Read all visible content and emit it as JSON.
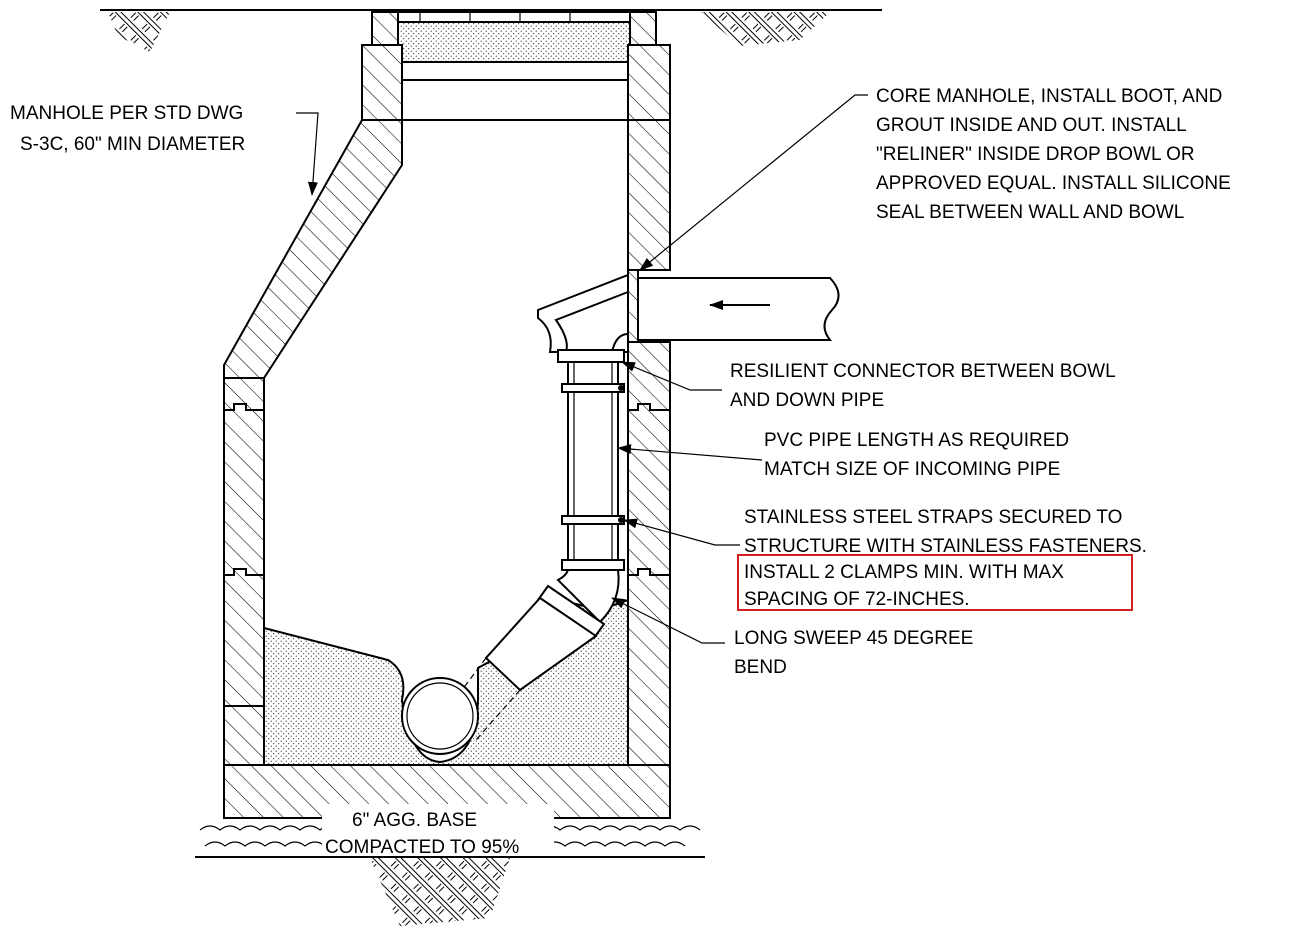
{
  "notes": {
    "manhole": [
      "MANHOLE PER STD DWG",
      "S-3C, 60\" MIN DIAMETER"
    ],
    "core": [
      "CORE MANHOLE, INSTALL BOOT, AND",
      "GROUT INSIDE AND OUT. INSTALL",
      "\"RELINER\" INSIDE DROP BOWL OR",
      "APPROVED EQUAL. INSTALL SILICONE",
      "SEAL BETWEEN WALL AND BOWL"
    ],
    "connector": [
      "RESILIENT CONNECTOR BETWEEN BOWL",
      "AND DOWN PIPE"
    ],
    "pvc": [
      "PVC PIPE LENGTH AS REQUIRED",
      "MATCH SIZE OF INCOMING PIPE"
    ],
    "straps": [
      "STAINLESS STEEL STRAPS SECURED TO",
      "STRUCTURE WITH STAINLESS FASTENERS."
    ],
    "clamps": [
      "INSTALL  2 CLAMPS MIN. WITH MAX",
      "SPACING OF 72-INCHES."
    ],
    "bend": [
      "LONG SWEEP 45 DEGREE",
      "BEND"
    ],
    "base": [
      "6\" AGG. BASE",
      "COMPACTED TO 95%"
    ]
  },
  "colors": {
    "line": "#000000",
    "highlight_box": "#d21f1f",
    "background": "#ffffff"
  }
}
